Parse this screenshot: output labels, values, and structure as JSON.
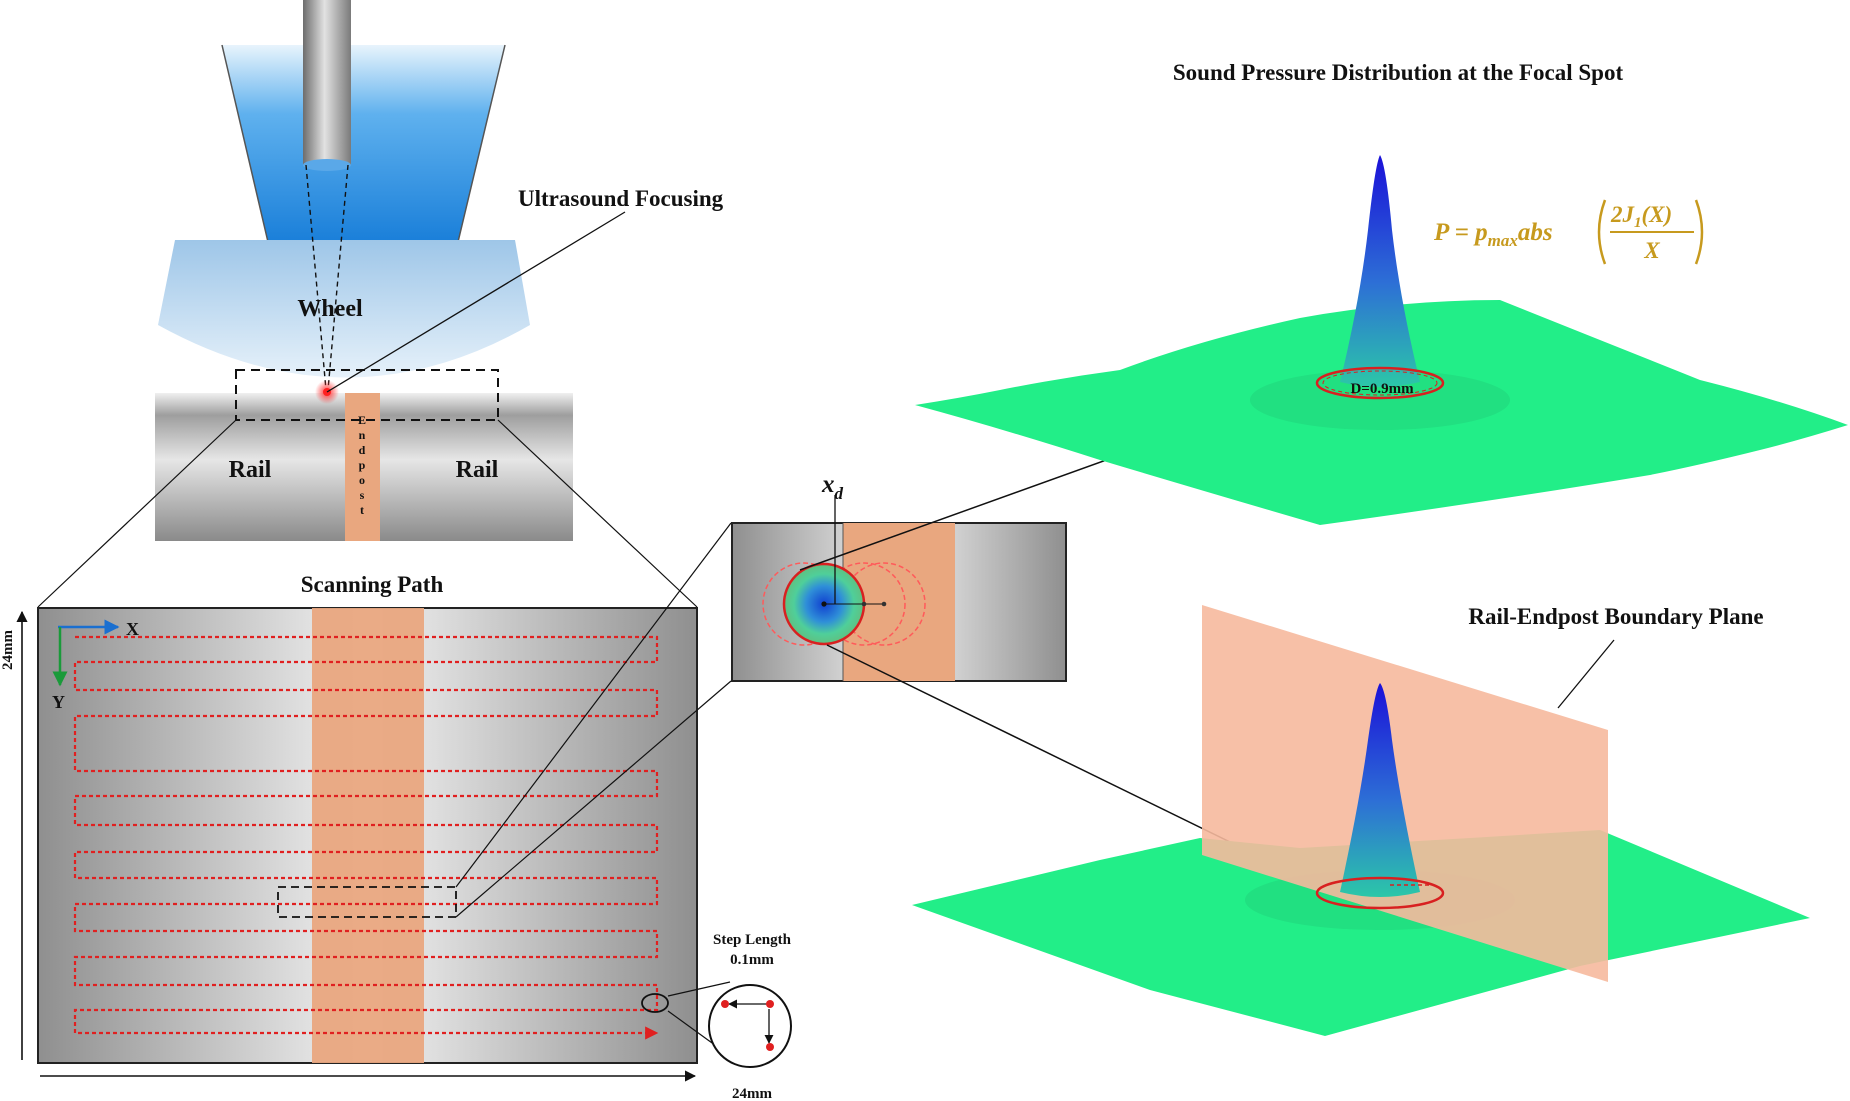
{
  "labels": {
    "ultrasound_focusing": "Ultrasound Focusing",
    "wheel": "Wheel",
    "rail_left": "Rail",
    "rail_right": "Rail",
    "endpost_vertical": "Endpost",
    "scanning_path": "Scanning Path",
    "axis_x": "X",
    "axis_y": "Y",
    "dim_vertical": "24mm",
    "dim_horizontal": "24mm",
    "step_length_line1": "Step Length",
    "step_length_line2": "0.1mm",
    "xd_main": "x",
    "xd_sub": "d",
    "sound_pressure_title": "Sound Pressure Distribution at the Focal Spot",
    "diameter": "D=0.9mm",
    "boundary_plane": "Rail-Endpost Boundary Plane"
  },
  "formula": {
    "lhs": "P = p",
    "lhs_sub": "max",
    "fn": "abs",
    "numerator": "2J",
    "num_sub": "1",
    "num_arg": "(X)",
    "denominator": "X"
  },
  "colors": {
    "water": "#2f8fe0",
    "wheel": "#b7d6ef",
    "endpost": "#e9a77f",
    "scan_path": "#e02020",
    "surface": "#22ee88",
    "peak_top": "#1020d0",
    "formula": "#c79a1e",
    "boundary_plane": "#f6b99d"
  }
}
